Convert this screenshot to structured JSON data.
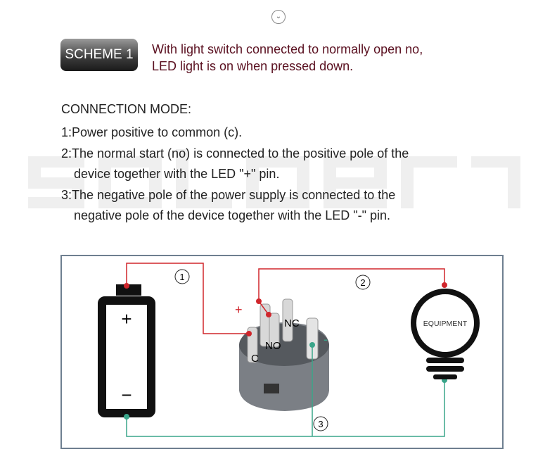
{
  "scheme_badge": "SCHEME 1",
  "subtitle": [
    "With light switch connected to normally open no,",
    "LED light is on when pressed down."
  ],
  "heading": "CONNECTION MODE:",
  "steps": [
    "1:Power positive to common (c).",
    "2:The normal start (no) is connected to the positive pole of the",
    "device together with the LED \"+\" pin.",
    "3:The negative pole of the power supply is connected to the",
    "negative pole of the device together with the LED \"-\" pin."
  ],
  "watermark": "solder",
  "diagram": {
    "battery_plus": "+",
    "battery_minus": "−",
    "pin_plus": "+",
    "pin_minus": "-",
    "pin_nc": "NC",
    "pin_no": "NO",
    "pin_c": "C",
    "markers": [
      "1",
      "2",
      "3"
    ],
    "equipment_label": "EQUIPMENT",
    "colors": {
      "positive": "#d0262c",
      "negative": "#3aa58a",
      "frame": "#6e7f90"
    }
  }
}
